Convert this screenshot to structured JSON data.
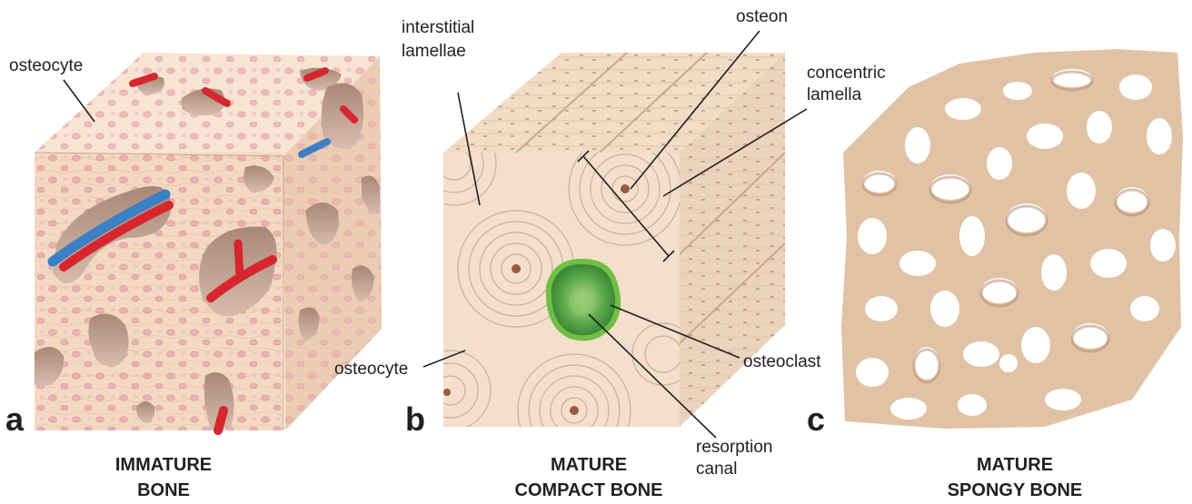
{
  "panels": [
    {
      "letter": "a",
      "caption_line1": "IMMATURE",
      "caption_line2": "BONE",
      "labels": {
        "osteocyte": "osteocyte"
      }
    },
    {
      "letter": "b",
      "caption_line1": "MATURE",
      "caption_line2": "COMPACT BONE",
      "labels": {
        "interstitial_line1": "interstitial",
        "interstitial_line2": "lamellae",
        "osteon": "osteon",
        "concentric_line1": "concentric",
        "concentric_line2": "lamella",
        "osteocyte": "osteocyte",
        "osteoclast": "osteoclast",
        "resorption_line1": "resorption",
        "resorption_line2": "canal"
      }
    },
    {
      "letter": "c",
      "caption_line1": "MATURE",
      "caption_line2": "SPONGY BONE",
      "labels": {}
    }
  ],
  "colors": {
    "bone_front": "#f3d9c2",
    "bone_top": "#f7e4d2",
    "bone_side": "#e9c7ab",
    "cavity": "#c9aa99",
    "artery": "#d7262e",
    "vein": "#3b7fc4",
    "osteoclast": "#6fbf44",
    "osteoclast_dark": "#2e8a2e",
    "lamella_line": "#c9a88a",
    "spongy": "#e2c2a5",
    "spongy_shadow": "#b98f73"
  }
}
